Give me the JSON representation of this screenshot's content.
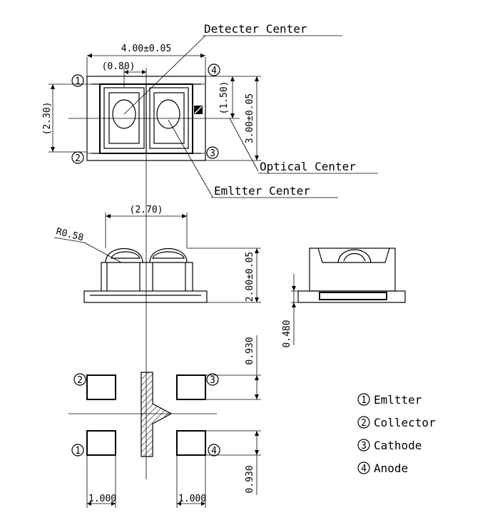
{
  "callouts": {
    "detector": "Detecter Center",
    "optical": "Optical Center",
    "emitter": "Emltter Center"
  },
  "dims": {
    "top_width": "4.00±0.05",
    "pitch": "(0.80)",
    "left_height": "(2.30)",
    "right_inner": "(1.50)",
    "right_height": "3.00±0.05",
    "side_width": "(2.70)",
    "radius": "R0.58",
    "side_height": "2.00±0.05",
    "end_height": "0.480",
    "pad_top": "0.930",
    "pad_bottom": "0.930",
    "pad_w_left": "1.000",
    "pad_w_right": "1.000"
  },
  "pins": {
    "p1": "1",
    "p2": "2",
    "p3": "3",
    "p4": "4"
  },
  "legend": [
    {
      "num": "1",
      "label": "Emltter"
    },
    {
      "num": "2",
      "label": "Collector"
    },
    {
      "num": "3",
      "label": "Cathode"
    },
    {
      "num": "4",
      "label": "Anode"
    }
  ]
}
